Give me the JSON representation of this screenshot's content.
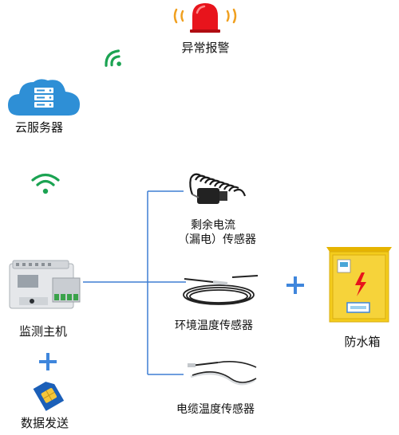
{
  "alarm": {
    "label": "异常报警",
    "icon": "red-alarm-light-icon",
    "color": "#e8141c"
  },
  "cloud": {
    "label": "云服务器",
    "icon": "cloud-server-icon",
    "color": "#2e8fd6"
  },
  "monitor": {
    "label": "监测主机",
    "icon": "monitoring-host-device-icon"
  },
  "data_send": {
    "label": "数据发送",
    "icon": "sim-card-icon"
  },
  "wifi": {
    "icon": "wifi-signal-icon",
    "color": "#1ba352"
  },
  "plus": {
    "icon": "plus-icon",
    "color": "#3f86dc"
  },
  "line_color": "#3f7fd3",
  "sensors": [
    {
      "label_line1": "剩余电流",
      "label_line2": "（漏电）传感器",
      "icon": "residual-current-sensor-icon"
    },
    {
      "label": "环境温度传感器",
      "icon": "ambient-temperature-sensor-icon"
    },
    {
      "label": "电缆温度传感器",
      "icon": "cable-temperature-sensor-icon"
    }
  ],
  "box": {
    "label": "防水箱",
    "icon": "waterproof-box-icon",
    "color": "#f4cc1c"
  }
}
